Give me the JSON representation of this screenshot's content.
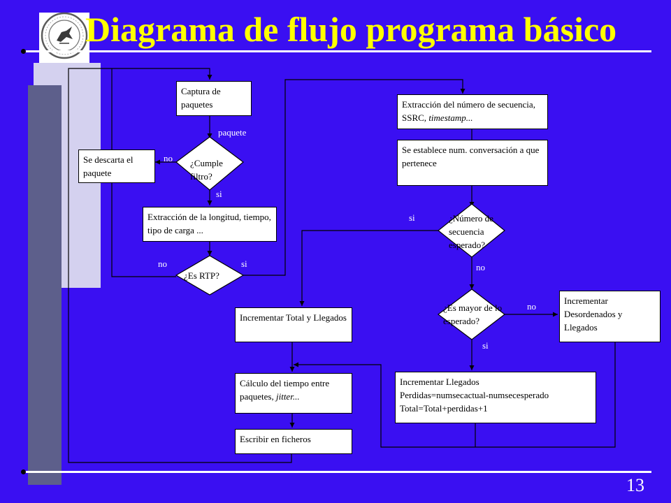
{
  "slide": {
    "title": "Diagrama de flujo programa básico",
    "page_number": "13"
  },
  "flowchart": {
    "boxes": {
      "captura": "Captura de paquetes",
      "descarta": "Se descarta el paquete",
      "extraccion_longitud": "Extracción de la longitud, tiempo, tipo de carga ...",
      "extraccion_numero_main": "Extracción del número de secuencia, SSRC, ",
      "extraccion_numero_em": "timestamp...",
      "establece": "Se establece num. conversación a que pertenece",
      "incrementar_total": "Incrementar Total y Llegados",
      "calculo_main": "Cálculo del tiempo entre paquetes, ",
      "calculo_em": "jitter...",
      "escribir": "Escribir en ficheros",
      "desordenados": "Incrementar Desordenados y Llegados",
      "llegados_l1": "Incrementar Llegados",
      "llegados_l2": "Perdidas=numsecactual-numsecesperado",
      "llegados_l3": "Total=Total+perdidas+1"
    },
    "decisions": {
      "cumple_filtro": "¿Cumple filtro?",
      "es_rtp": "¿Es RTP?",
      "numero_esperado": "¿Número de secuencia esperado?",
      "es_mayor": "¿Es mayor de lo esperado?"
    },
    "edge_labels": {
      "paquete": "paquete",
      "no_filtro": "no",
      "si_filtro": "si",
      "no_rtp": "no",
      "si_rtp": "si",
      "si_numero": "si",
      "no_numero": "no",
      "no_mayor": "no",
      "si_mayor": "si"
    }
  }
}
